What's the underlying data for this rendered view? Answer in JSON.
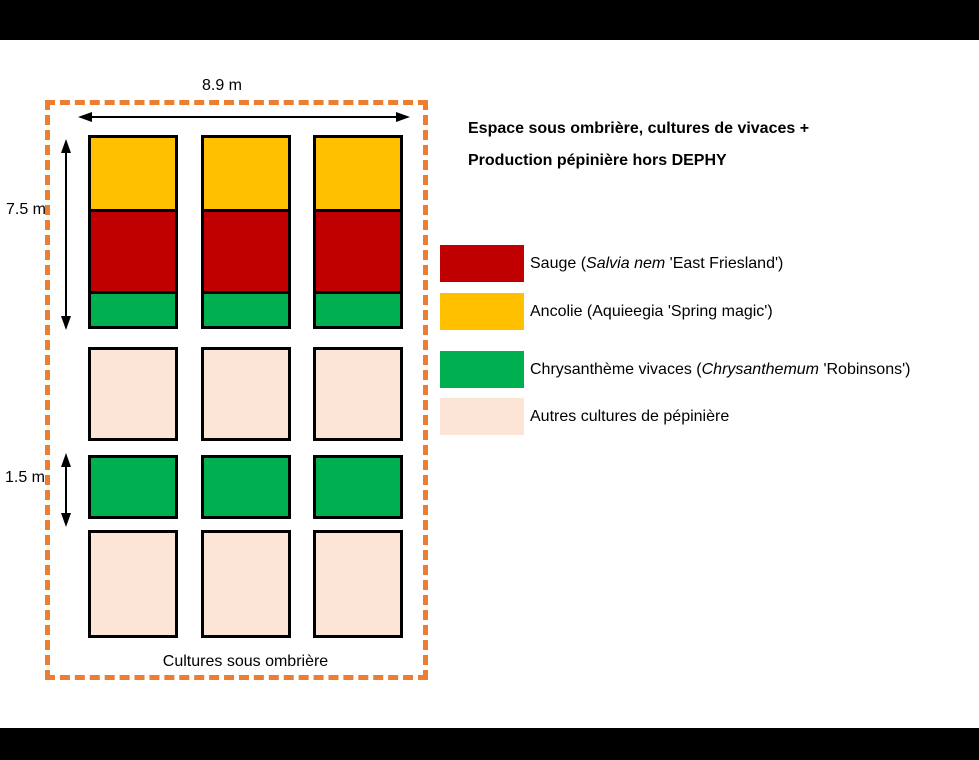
{
  "diagram": {
    "heading": {
      "line1": "Espace sous ombrière, cultures de vivaces +",
      "line2": "Production pépinière hors DEPHY"
    },
    "dimensions": {
      "width": "8.9 m",
      "height_top_section": "7.5 m",
      "height_green_row": "1.5 m"
    },
    "caption": "Cultures sous ombrière",
    "colors": {
      "sauge": "#C00000",
      "ancolie": "#FFC000",
      "chrysantheme": "#00B050",
      "autres": "#FCE4D6",
      "ombriere_border": "#ED7D31",
      "plot_border": "#000000"
    },
    "legend": [
      {
        "name": "sauge",
        "color": "#C00000",
        "prefix": "Sauge (",
        "italic": "Salvia nem",
        "suffix": " 'East Friesland')"
      },
      {
        "name": "ancolie",
        "color": "#FFC000",
        "prefix": "Ancolie (Aquieegia 'Spring magic')",
        "italic": "",
        "suffix": ""
      },
      {
        "name": "chrysantheme",
        "color": "#00B050",
        "prefix": "Chrysanthème vivaces (",
        "italic": "Chrysanthemum",
        "suffix": " 'Robinsons')"
      },
      {
        "name": "autres",
        "color": "#FCE4D6",
        "prefix": "Autres cultures de pépinière",
        "italic": "",
        "suffix": ""
      }
    ],
    "grid": {
      "columns": 3,
      "rows": [
        {
          "type": "stacked",
          "segments": [
            "ancolie",
            "sauge",
            "chrysantheme"
          ]
        },
        {
          "type": "plot",
          "fill": "autres"
        },
        {
          "type": "plot",
          "fill": "chrysantheme"
        },
        {
          "type": "plot",
          "fill": "autres"
        }
      ]
    }
  }
}
